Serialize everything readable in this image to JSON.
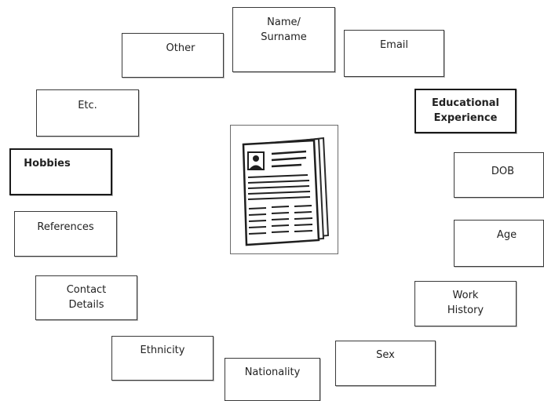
{
  "fields": {
    "name_surname": "Name/\nSurname",
    "email": "Email",
    "educational_experience": "Educational\nExperience",
    "dob": "DOB",
    "age": "Age",
    "work_history": "Work\nHistory",
    "sex": "Sex",
    "nationality": "Nationality",
    "ethnicity": "Ethnicity",
    "contact_details": "Contact\nDetails",
    "references": "References",
    "hobbies": "Hobbies",
    "etc": "Etc.",
    "other": "Other"
  },
  "center_icon": "resume-document-icon"
}
